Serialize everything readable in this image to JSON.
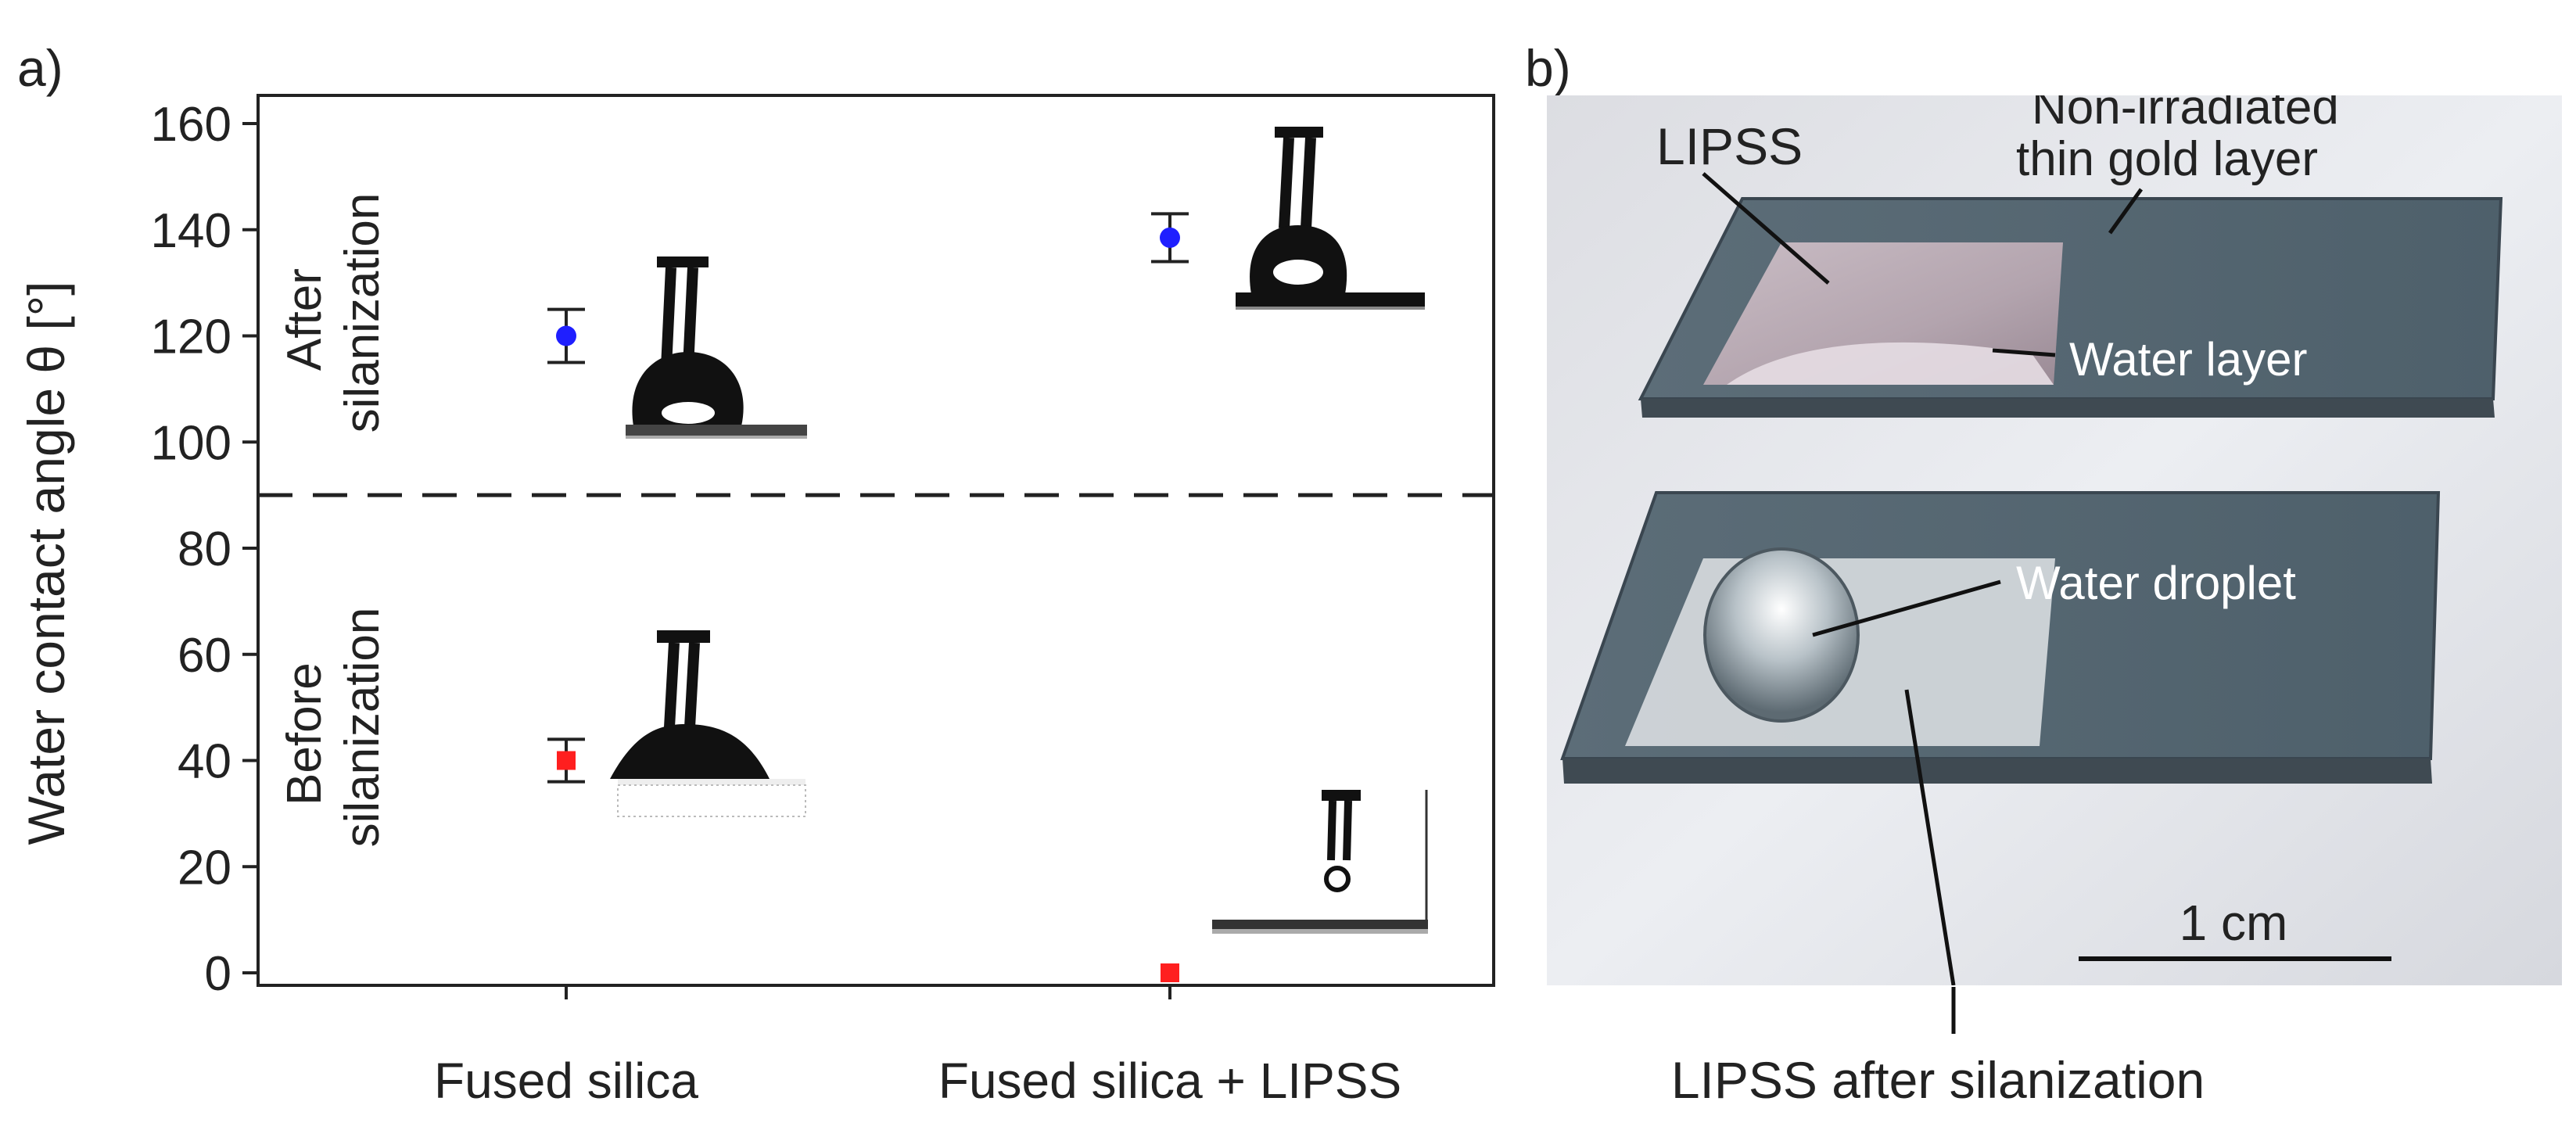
{
  "panel_a_label": "a)",
  "panel_b_label": "b)",
  "chart_data": {
    "type": "scatter",
    "categories": [
      "Fused silica",
      "Fused silica + LIPSS"
    ],
    "ylabel": "Water contact angle θ [°]",
    "ylim": [
      0,
      160
    ],
    "yticks": [
      "0",
      "20",
      "40",
      "60",
      "80",
      "100",
      "120",
      "140",
      "160"
    ],
    "threshold_line": 90,
    "region_labels": {
      "upper": [
        "After",
        "silanization"
      ],
      "lower": [
        "Before",
        "silanization"
      ]
    },
    "series": [
      {
        "color": "#1f1fff",
        "marker": "circle",
        "points": [
          {
            "category": "Fused silica",
            "y": 120,
            "err": 5
          },
          {
            "category": "Fused silica + LIPSS",
            "y": 138.5,
            "err": 4.5
          }
        ]
      },
      {
        "color": "#ff1f1f",
        "marker": "square",
        "points": [
          {
            "category": "Fused silica",
            "y": 40,
            "err": 4
          },
          {
            "category": "Fused silica + LIPSS",
            "y": 0,
            "err": 0
          }
        ]
      }
    ],
    "grid": false
  },
  "photo": {
    "labels": {
      "lipss": "LIPSS",
      "non_irradiated_1": "Non-irradiated",
      "non_irradiated_2": "thin gold layer",
      "water_layer": "Water layer",
      "water_droplet": "Water droplet",
      "lipss_after": "LIPSS after silanization"
    },
    "scale_bar": "1 cm"
  }
}
